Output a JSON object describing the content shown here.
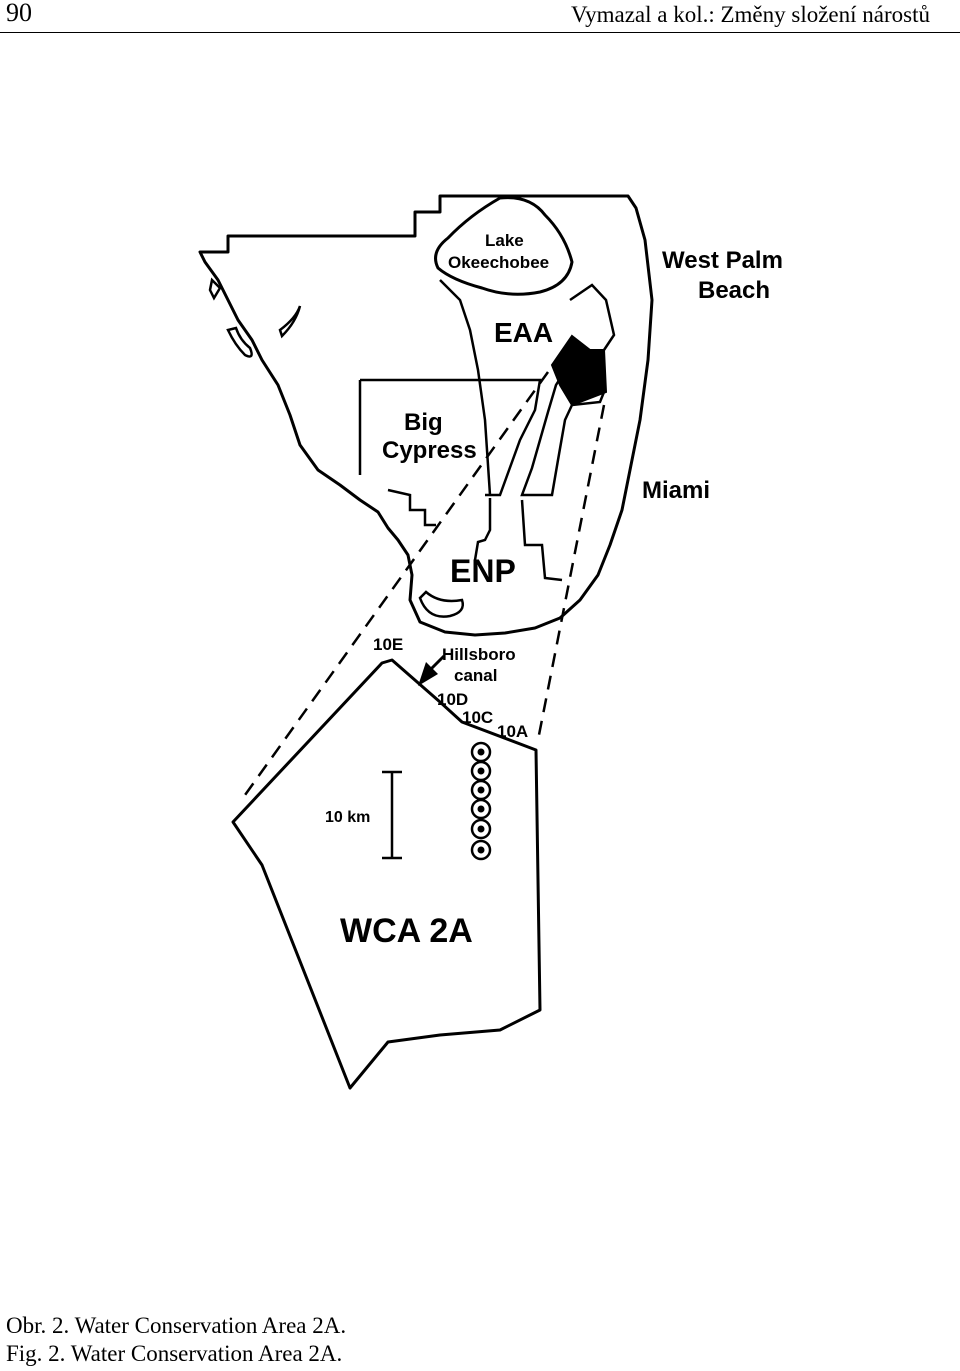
{
  "header": {
    "page_number": "90",
    "running_head": "Vymazal a kol.: Změny složení nárostů"
  },
  "map": {
    "labels": {
      "lake": "Lake",
      "lake_2": "Okeechobee",
      "west_palm": "West Palm",
      "beach": "Beach",
      "eaa": "EAA",
      "big": "Big",
      "cypress": "Cypress",
      "miami": "Miami",
      "enp": "ENP",
      "hillsboro": "Hillsboro",
      "canal": "canal",
      "site_10e": "10E",
      "site_10d": "10D",
      "site_10c": "10C",
      "site_10a": "10A",
      "scale": "10 km",
      "wca": "WCA 2A"
    },
    "sampling_station_count": 6
  },
  "captions": {
    "czech": "Obr. 2. Water Conservation Area 2A.",
    "english": "Fig.  2. Water Conservation Area 2A."
  }
}
